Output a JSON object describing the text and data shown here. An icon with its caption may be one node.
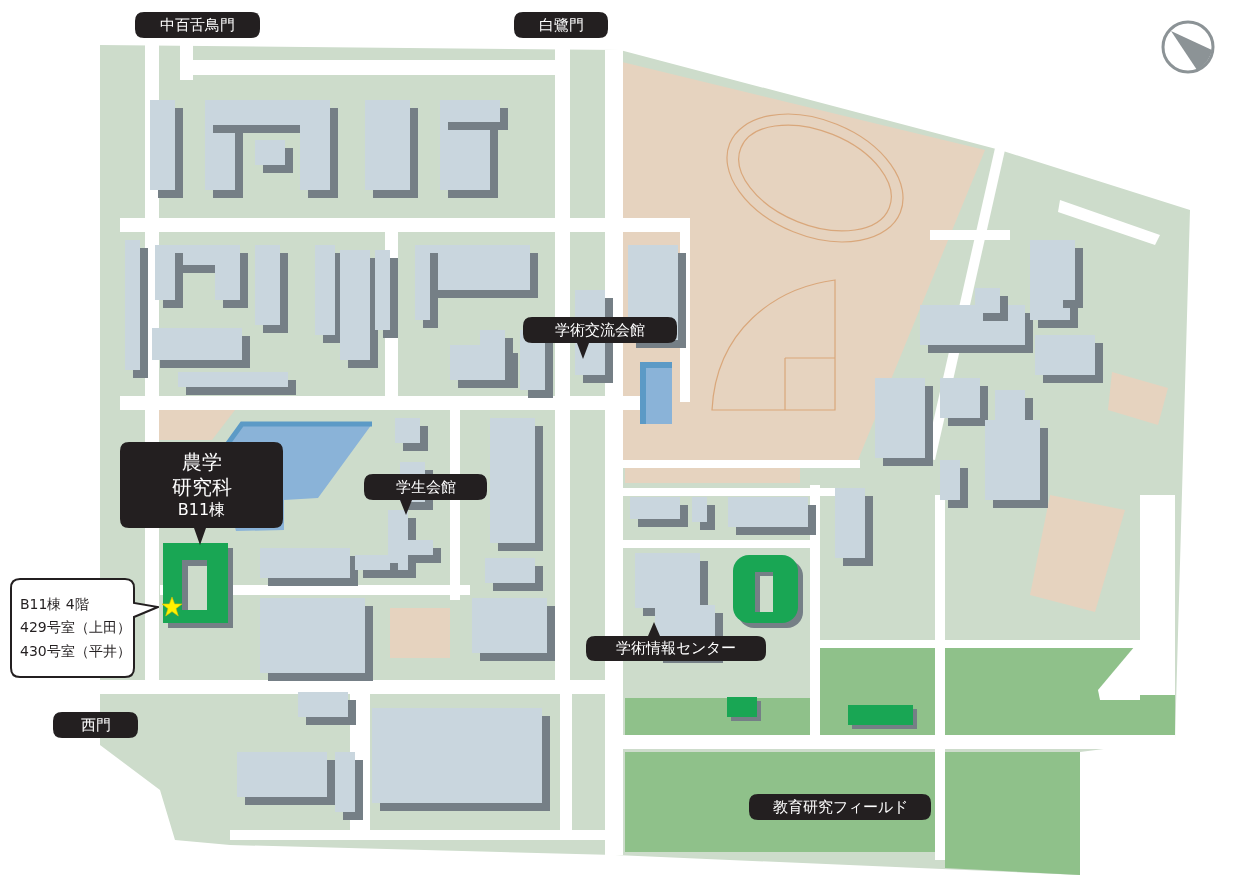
{
  "diagram": {
    "nodes": [
      {
        "text": [
          "中百舌鳥門"
        ]
      },
      {
        "text": [
          "白鷺門"
        ]
      },
      {
        "text": [
          "学術交流会館"
        ]
      },
      {
        "text": [
          "農学",
          "研究科",
          "B11棟"
        ]
      },
      {
        "text": [
          "学生会館"
        ]
      },
      {
        "text": [
          "B11棟 4階",
          "429号室（上田）",
          "430号室（平井）"
        ]
      },
      {
        "text": [
          "西門"
        ]
      },
      {
        "text": [
          "学術情報センター"
        ]
      },
      {
        "text": [
          "教育研究フィールド"
        ]
      }
    ]
  }
}
